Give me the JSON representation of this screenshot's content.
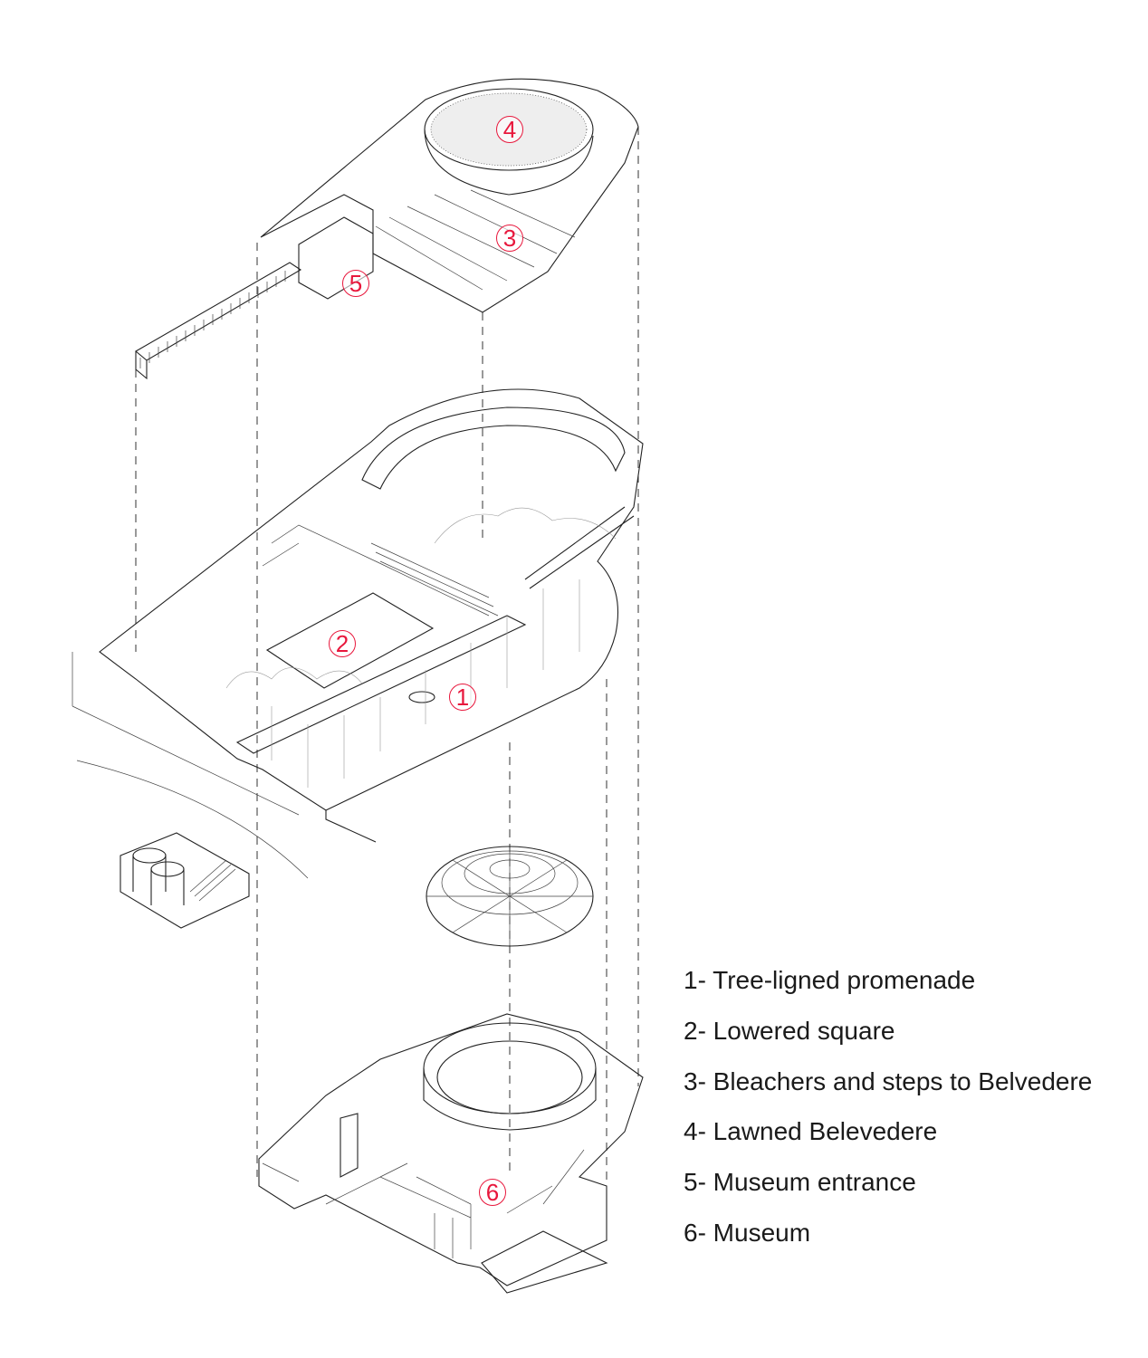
{
  "markers": [
    {
      "num": "1"
    },
    {
      "num": "2"
    },
    {
      "num": "3"
    },
    {
      "num": "4"
    },
    {
      "num": "5"
    },
    {
      "num": "6"
    }
  ],
  "legend": [
    "1- Tree-ligned promenade",
    "2- Lowered square",
    "3- Bleachers and steps to Belvedere",
    "4- Lawned Belevedere",
    "5- Museum entrance",
    "6- Museum"
  ],
  "colors": {
    "marker": "#e8173c",
    "line": "#222222"
  }
}
